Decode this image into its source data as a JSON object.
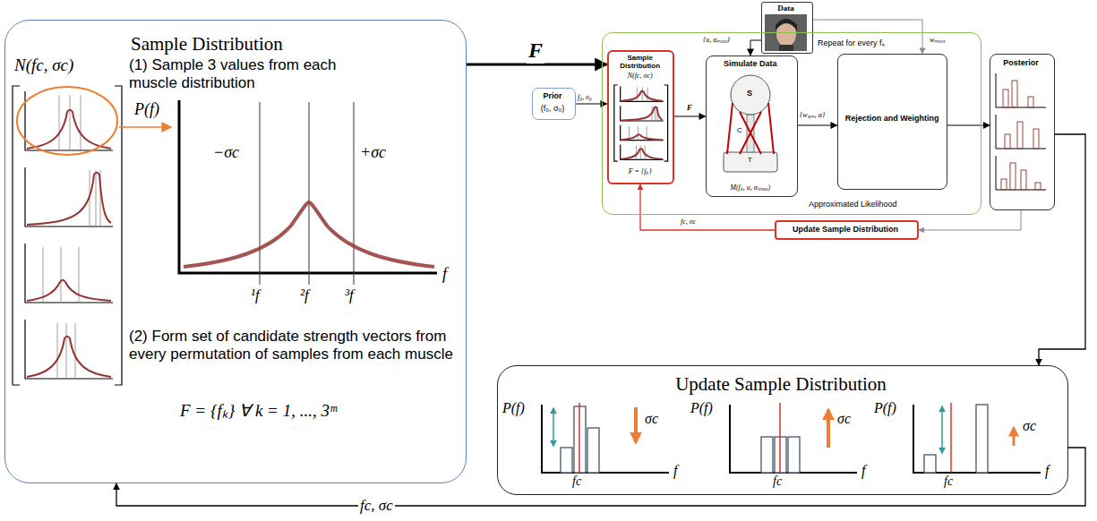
{
  "diagram": {
    "nodes": [
      {
        "text": [
          "Sample Distribution",
          "(1) Sample 3 values from each muscle distribution",
          "(2) Form set of candidate strength vectors from every permutation of samples from each muscle",
          "F = {fₖ} ∀ k = 1, ..., 3ᵐ"
        ]
      },
      {
        "text": [
          "Data"
        ]
      },
      {
        "text": [
          "Repeat for every fₖ",
          "Approximated Likelihood"
        ]
      },
      {
        "text": [
          "Prior",
          "(f₀, σ₀)"
        ]
      },
      {
        "text": [
          "Sample Distribution",
          "N(fc, σc)",
          "F = {fₖ}"
        ],
        "in": 2
      },
      {
        "text": [
          "Simulate Data",
          "M(fₖ, u, αₘₑₐₛ)"
        ],
        "in": 2
      },
      {
        "text": [
          "Rejection and Weighting"
        ],
        "in": 2
      },
      {
        "text": [
          "Posterior"
        ]
      },
      {
        "text": [
          "Update Sample Distribution"
        ]
      },
      {
        "text": [
          "Update Sample Distribution"
        ]
      }
    ],
    "edges": [
      {
        "from": 0,
        "to": 4,
        "arrow": "to",
        "label": "F"
      },
      {
        "from": 3,
        "to": 4,
        "arrow": "to",
        "label": "f₀, σ₀"
      },
      {
        "from": 4,
        "to": 5,
        "arrow": "to",
        "label": "F"
      },
      {
        "from": 1,
        "to": 5,
        "arrow": "to",
        "label": "{u, αₘₑₐₛ}"
      },
      {
        "from": 1,
        "to": 6,
        "arrow": "to",
        "label": "wₘₑₐₛ"
      },
      {
        "from": 5,
        "to": 6,
        "arrow": "to",
        "label": "{wₛᵢₘ, α}"
      },
      {
        "from": 6,
        "to": 7,
        "arrow": "to"
      },
      {
        "from": 7,
        "to": 8,
        "arrow": "to"
      },
      {
        "from": 8,
        "to": 4,
        "arrow": "to",
        "label": "fc, σc"
      },
      {
        "from": 7,
        "to": 9,
        "arrow": "to"
      },
      {
        "from": 9,
        "to": 0,
        "arrow": "to",
        "label": "fc, σc"
      }
    ],
    "labels": [
      "N(fc, σc)",
      "P(f)",
      "−σc",
      "+σc",
      "¹f",
      "²f",
      "³f",
      "f",
      "S",
      "C",
      "T",
      "P(f)",
      "σc",
      "fc",
      "f",
      "P(f)",
      "σc",
      "fc",
      "f",
      "P(f)",
      "σc",
      "fc",
      "f"
    ]
  }
}
